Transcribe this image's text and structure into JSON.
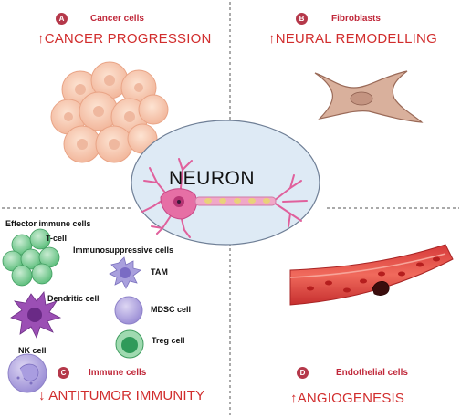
{
  "center": {
    "title": "NEURON"
  },
  "panels": [
    {
      "badge": "A",
      "title": "Cancer cells",
      "effect": "↑CANCER PROGRESSION"
    },
    {
      "badge": "B",
      "title": "Fibroblasts",
      "effect": "↑NEURAL REMODELLING"
    },
    {
      "badge": "C",
      "title": "Immune cells",
      "effect": "↓ ANTITUMOR IMMUNITY"
    },
    {
      "badge": "D",
      "title": "Endothelial cells",
      "effect": "↑ANGIOGENESIS"
    }
  ],
  "immune": {
    "effector_header": "Effector immune cells",
    "suppressive_header": "Immunosuppressive cells",
    "cells": {
      "tcell": "T-cell",
      "dendritic": "Dendritic cell",
      "nk": "NK  cell",
      "tam": "TAM",
      "mdsc": "MDSC cell",
      "treg": "Treg cell"
    }
  },
  "colors": {
    "accent_red": "#c0283a",
    "badge": "#b5384a",
    "neuron_fill": "#deeaf5",
    "neuron_pink": "#e0609c",
    "divider": "#555555"
  }
}
